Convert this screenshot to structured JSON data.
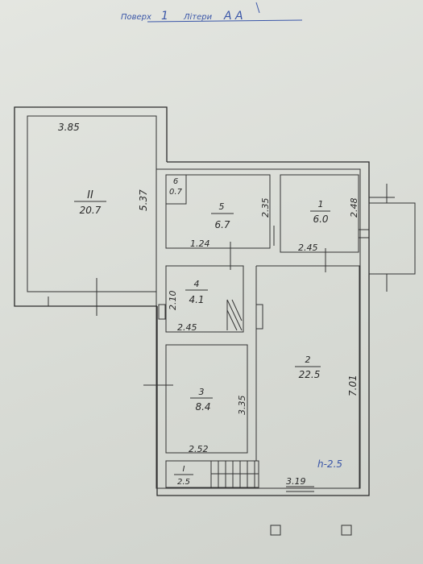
{
  "header": {
    "floor_label": "Поверх",
    "floor_value": "1",
    "liter_label": "Літери",
    "liter_value": "А А"
  },
  "rooms": [
    {
      "id": "II",
      "number": "II",
      "area": "20.7"
    },
    {
      "id": "6",
      "number": "6",
      "area": "0.7"
    },
    {
      "id": "5",
      "number": "5",
      "area": "6.7"
    },
    {
      "id": "1",
      "number": "1",
      "area": "6.0"
    },
    {
      "id": "4",
      "number": "4",
      "area": "4.1"
    },
    {
      "id": "3",
      "number": "3",
      "area": "8.4"
    },
    {
      "id": "2",
      "number": "2",
      "area": "22.5"
    },
    {
      "id": "I",
      "number": "I",
      "area": "2.5"
    }
  ],
  "dimensions": {
    "room_II_width": "3.85",
    "room_II_length": "5.37",
    "room_5_width": "1.24",
    "room_5_length": "2.35",
    "room_1_width": "2.45",
    "room_1_length": "2.48",
    "room_4_width": "2.45",
    "room_4_length": "2.10",
    "room_3_width": "2.52",
    "room_3_length": "3.35",
    "room_2_length": "7.01",
    "room_2_width": "3.19"
  },
  "ceiling_height": "h-2.5",
  "colors": {
    "ink": "#2b2b2b",
    "blue_ink": "#3a56a8",
    "paper": "#dfe1dc"
  }
}
